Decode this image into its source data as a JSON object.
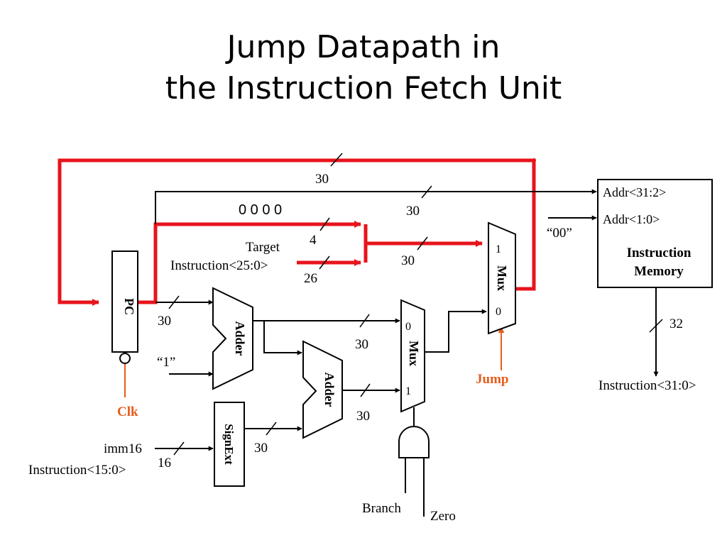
{
  "title": {
    "line1": "Jump Datapath in",
    "line2": "the Instruction Fetch Unit"
  },
  "colors": {
    "highlight": "#e8141c",
    "control": "#e65c1c",
    "wire": "#000000"
  },
  "labels": {
    "zeros": "0 0 0 0",
    "pc": "PC",
    "clk": "Clk",
    "one_const": "“1”",
    "adder": "Adder",
    "sign_ext": "SignExt",
    "imm16": "imm16",
    "instr_15_0": "Instruction<15:0>",
    "target": "Target",
    "instr_25_0": "Instruction<25:0>",
    "mux": "Mux",
    "mux_in_0": "0",
    "mux_in_1": "1",
    "jump": "Jump",
    "branch": "Branch",
    "zero": "Zero",
    "addr_31_2": "Addr<31:2>",
    "addr_1_0": "Addr<1:0>",
    "zeros_two": "“00”",
    "imem_line1": "Instruction",
    "imem_line2": "Memory",
    "instr_31_0": "Instruction<31:0>"
  },
  "bus_widths": {
    "feedback": "30",
    "pc_to_mem": "30",
    "upper4": "4",
    "target26": "26",
    "concat_out": "30",
    "pc_to_adder": "30",
    "adder_out": "30",
    "adder2_out": "30",
    "signext_out": "30",
    "imm_in": "16",
    "instr_out": "32"
  }
}
